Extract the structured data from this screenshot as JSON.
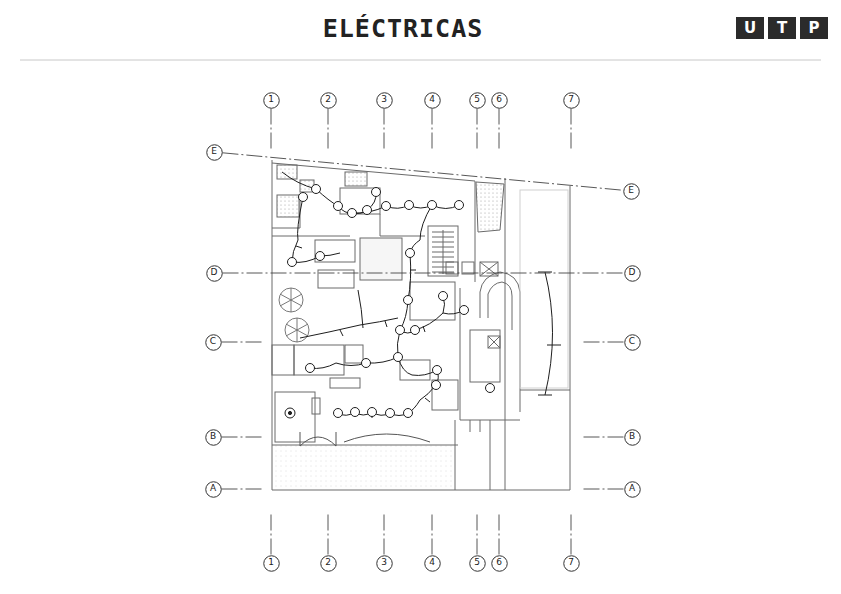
{
  "diagram": {
    "title": "ELÉCTRICAS",
    "nodes": [
      {
        "text": [
          "U"
        ]
      },
      {
        "text": [
          "T"
        ]
      },
      {
        "text": [
          "P"
        ]
      },
      {
        "text": [
          "1"
        ]
      },
      {
        "text": [
          "2"
        ]
      },
      {
        "text": [
          "3"
        ]
      },
      {
        "text": [
          "4"
        ]
      },
      {
        "text": [
          "5"
        ]
      },
      {
        "text": [
          "6"
        ]
      },
      {
        "text": [
          "7"
        ]
      },
      {
        "text": [
          "E"
        ]
      },
      {
        "text": [
          "E"
        ]
      },
      {
        "text": [
          "D"
        ]
      },
      {
        "text": [
          "D"
        ]
      },
      {
        "text": [
          "C"
        ]
      },
      {
        "text": [
          "C"
        ]
      },
      {
        "text": [
          "B"
        ]
      },
      {
        "text": [
          "B"
        ]
      },
      {
        "text": [
          "A"
        ]
      },
      {
        "text": [
          "A"
        ]
      },
      {
        "text": [
          "1"
        ]
      },
      {
        "text": [
          "2"
        ]
      },
      {
        "text": [
          "3"
        ]
      },
      {
        "text": [
          "4"
        ]
      },
      {
        "text": [
          "5"
        ]
      },
      {
        "text": [
          "6"
        ]
      },
      {
        "text": [
          "7"
        ]
      }
    ],
    "edges": [
      {
        "from": 3,
        "to": 20,
        "arrow": "none"
      },
      {
        "from": 4,
        "to": 21,
        "arrow": "none"
      },
      {
        "from": 5,
        "to": 22,
        "arrow": "none"
      },
      {
        "from": 6,
        "to": 23,
        "arrow": "none"
      },
      {
        "from": 7,
        "to": 24,
        "arrow": "none"
      },
      {
        "from": 8,
        "to": 25,
        "arrow": "none"
      },
      {
        "from": 9,
        "to": 26,
        "arrow": "none"
      },
      {
        "from": 10,
        "to": 11,
        "arrow": "none"
      },
      {
        "from": 12,
        "to": 13,
        "arrow": "none"
      },
      {
        "from": 14,
        "to": 15,
        "arrow": "none"
      },
      {
        "from": 16,
        "to": 17,
        "arrow": "none"
      },
      {
        "from": 18,
        "to": 19,
        "arrow": "none"
      }
    ]
  }
}
